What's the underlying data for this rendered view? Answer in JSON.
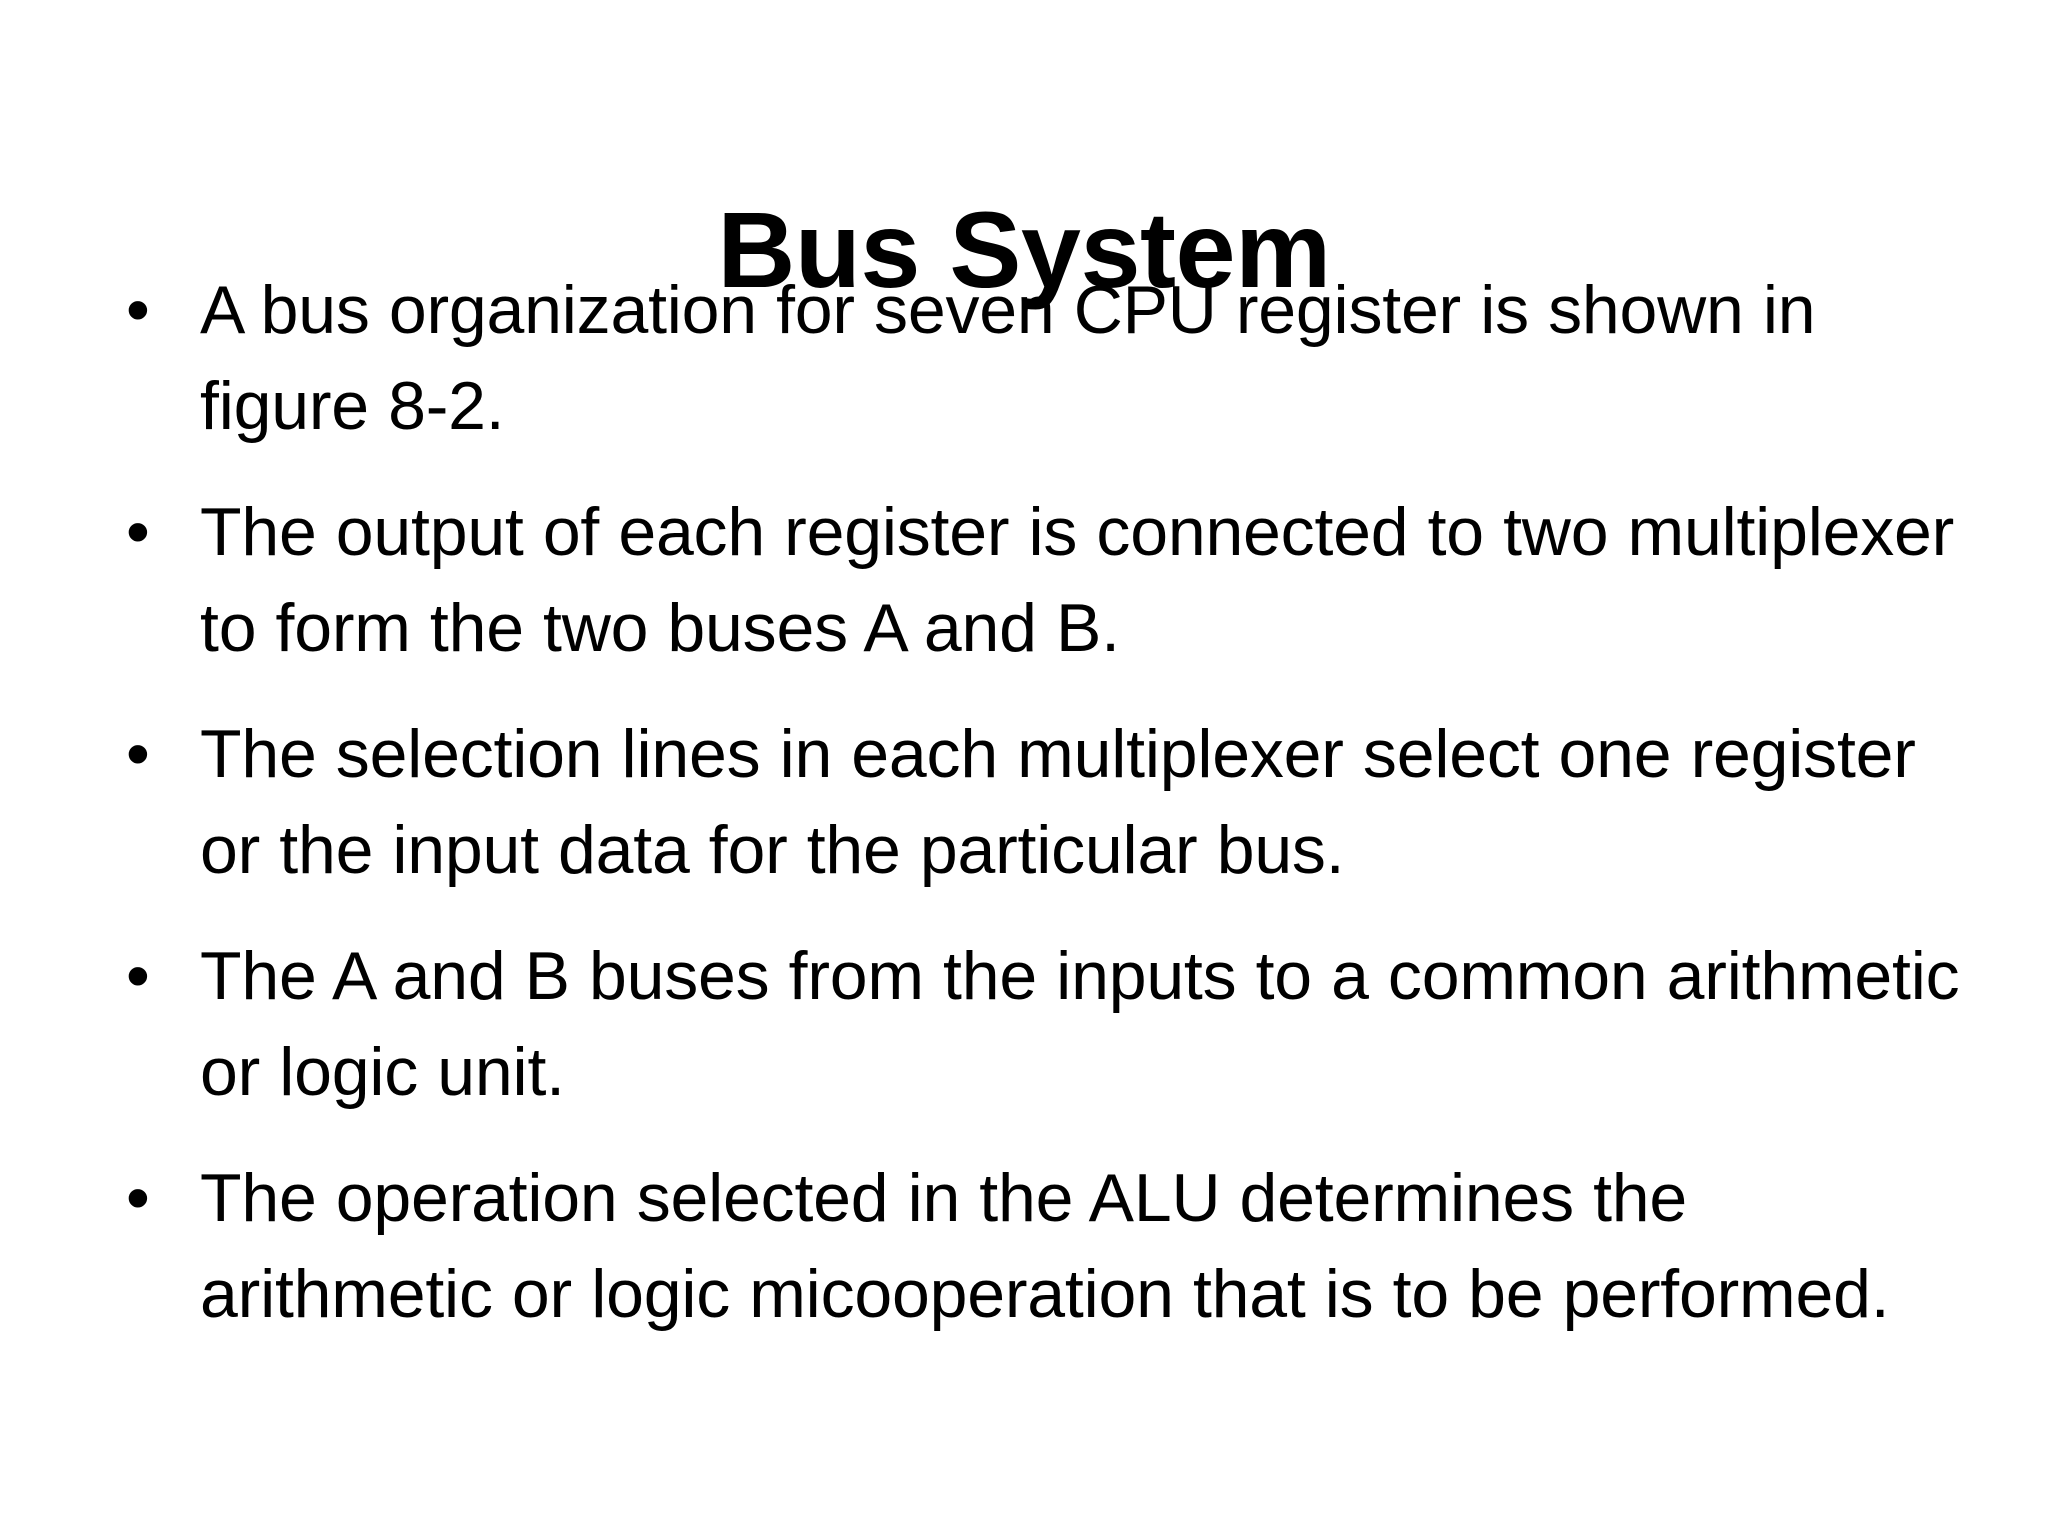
{
  "slide": {
    "title": "Bus System",
    "bullet_marker": "•",
    "background_color": "#FFFFFF",
    "text_color": "#000000",
    "bullets": [
      {
        "text": "A bus organization for seven CPU register is shown in figure 8-2."
      },
      {
        "text": "The output of each register is connected to two multiplexer to form the two buses A and B."
      },
      {
        "text": "The selection lines in each multiplexer select one register or the input data for the particular bus."
      },
      {
        "text": "The A and B buses from the inputs to a common arithmetic or logic unit."
      },
      {
        "text": "The operation selected in the ALU determines the arithmetic or logic micooperation that is to be performed."
      }
    ]
  }
}
